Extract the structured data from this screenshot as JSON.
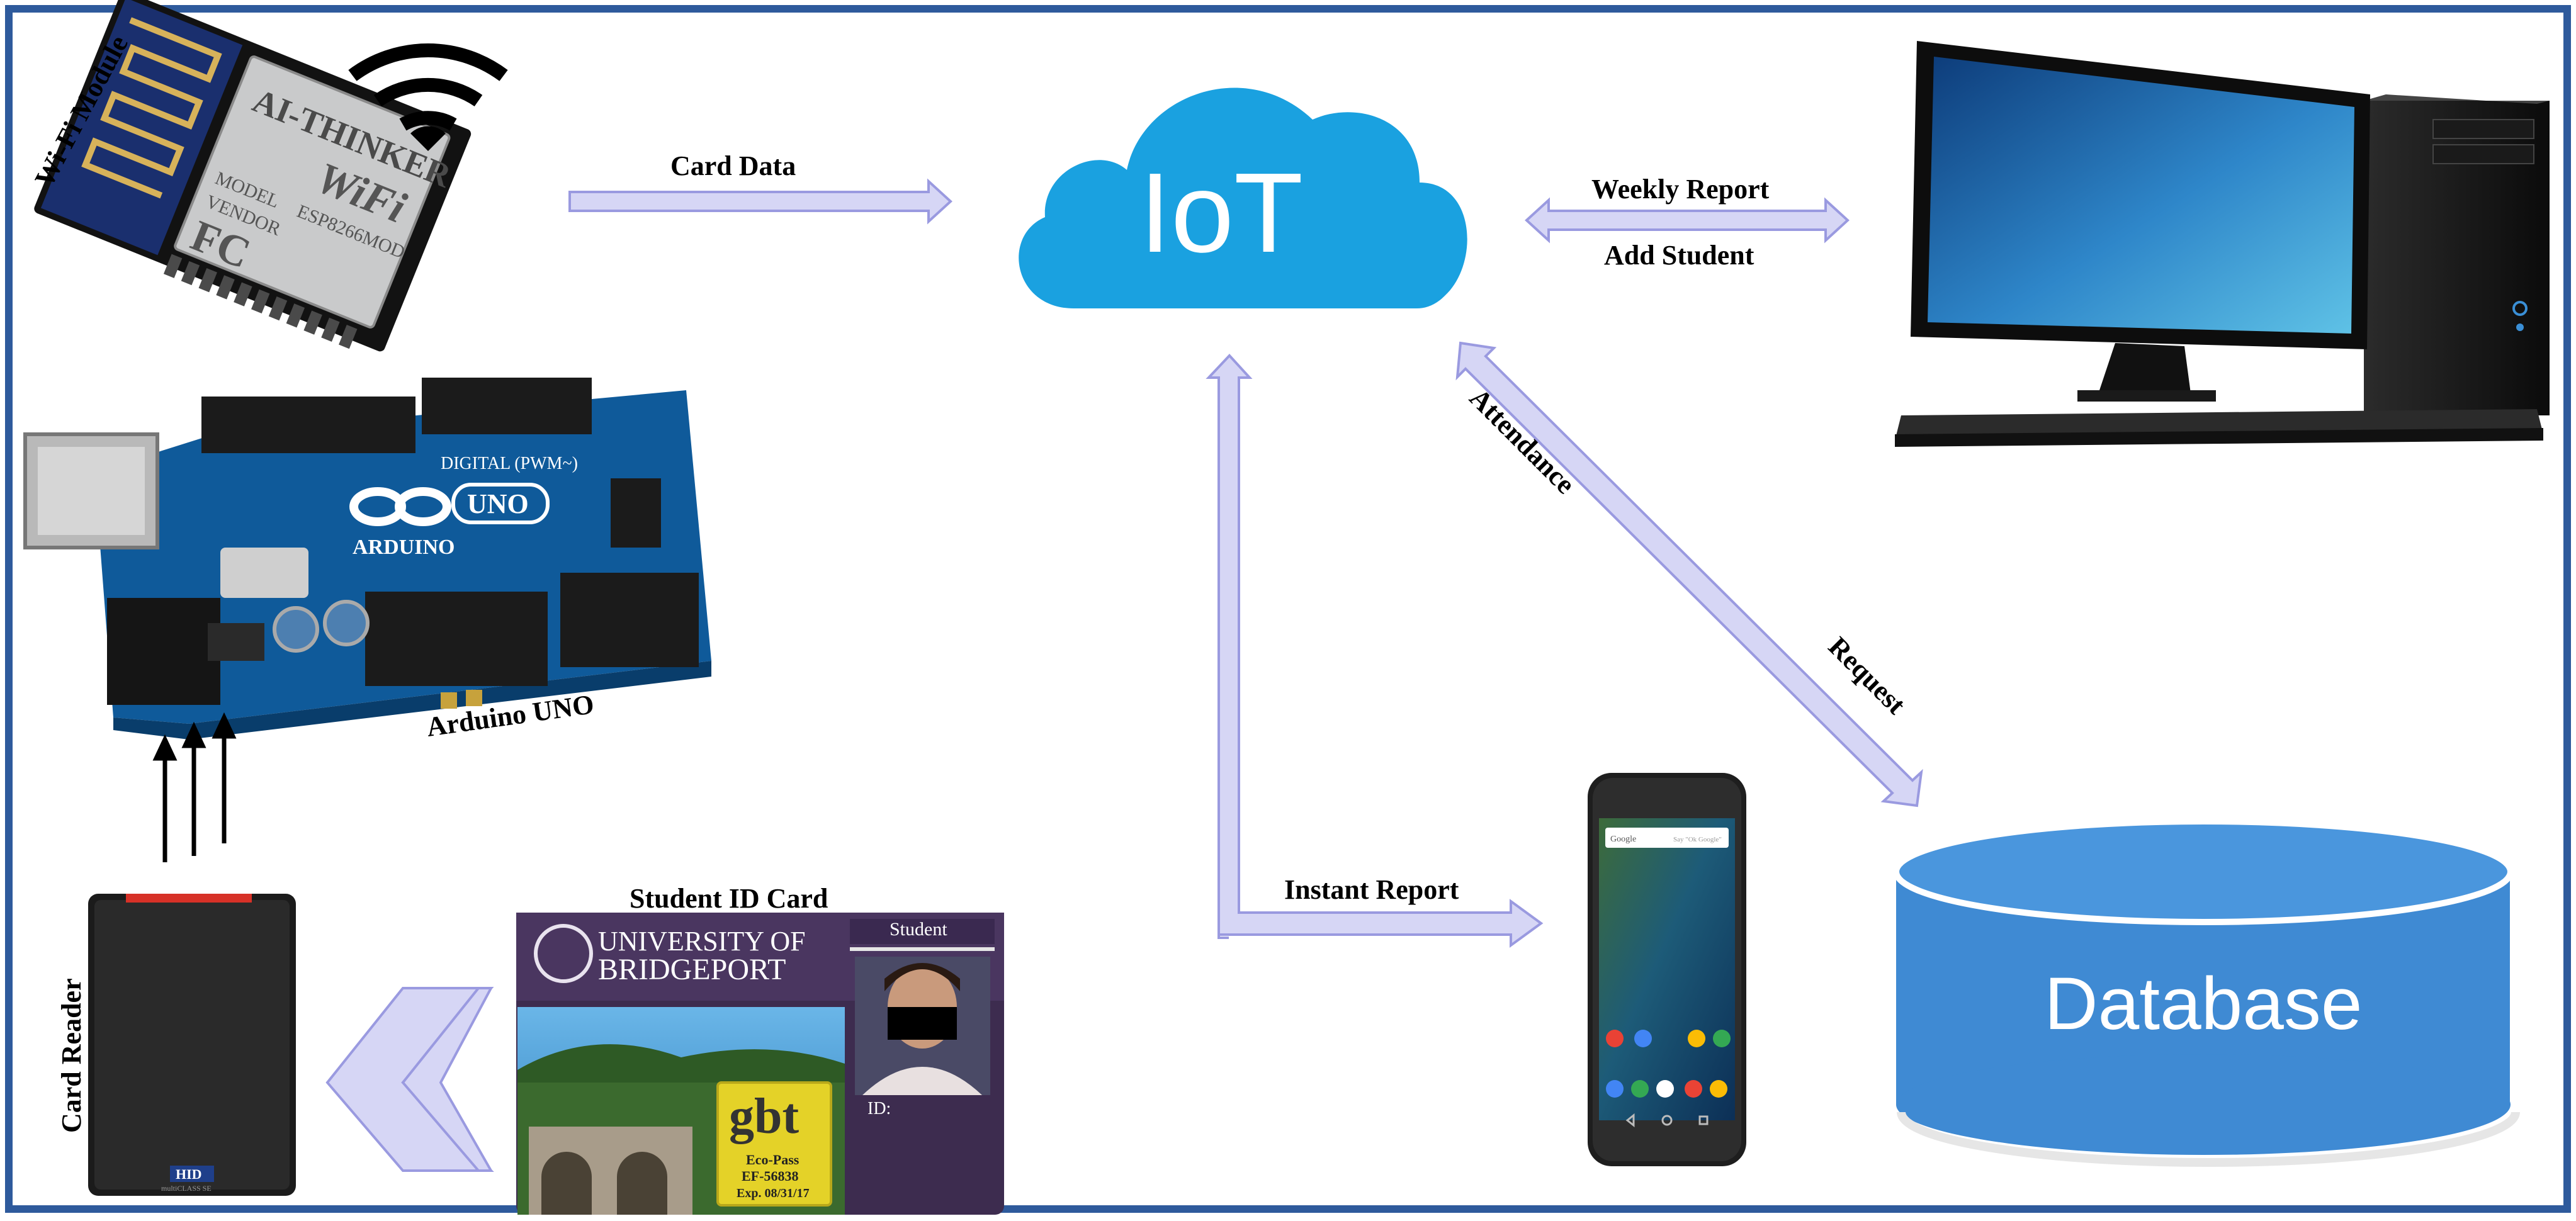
{
  "diagram": {
    "cloud_label": "IoT",
    "database_label": "Database",
    "labels": {
      "wifi_module": "Wi-Fi Module",
      "arduino": "Arduino UNO",
      "card_reader": "Card Reader",
      "student_id_card": "Student ID Card",
      "card_data": "Card Data",
      "weekly_report": "Weekly Report",
      "add_student": "Add Student",
      "attendance": "Attendance",
      "request": "Request",
      "instant_report": "Instant Report"
    },
    "esp_chip": {
      "model": "ESP8266MOD",
      "vendor": "AI-THINKER",
      "wifi_logo": "WiFi",
      "fc_mark": "FC",
      "line1": "MODEL",
      "line2": "VENDOR"
    },
    "arduino_board": {
      "logo": "UNO",
      "brand": "ARDUINO",
      "header_label": "DIGITAL (PWM~)"
    },
    "reader_brand": "HID",
    "reader_sub": "multiCLASS SE",
    "id_card": {
      "university_line1": "UNIVERSITY OF",
      "university_line2": "BRIDGEPORT",
      "role": "Student",
      "id_label": "ID:",
      "badge_logo": "gbt",
      "badge_line1": "Eco-Pass",
      "badge_line2": "EF-56838",
      "badge_line3": "Exp. 08/31/17"
    },
    "phone": {
      "search_brand": "Google",
      "search_hint": "Say \"Ok Google\""
    },
    "colors": {
      "frame": "#2e5a9c",
      "arrow_fill": "#d6d6f5",
      "arrow_stroke": "#9a9ae0",
      "cloud": "#1aa1e0",
      "database": "#3f8ad3",
      "database_top": "#4a96dd"
    }
  }
}
